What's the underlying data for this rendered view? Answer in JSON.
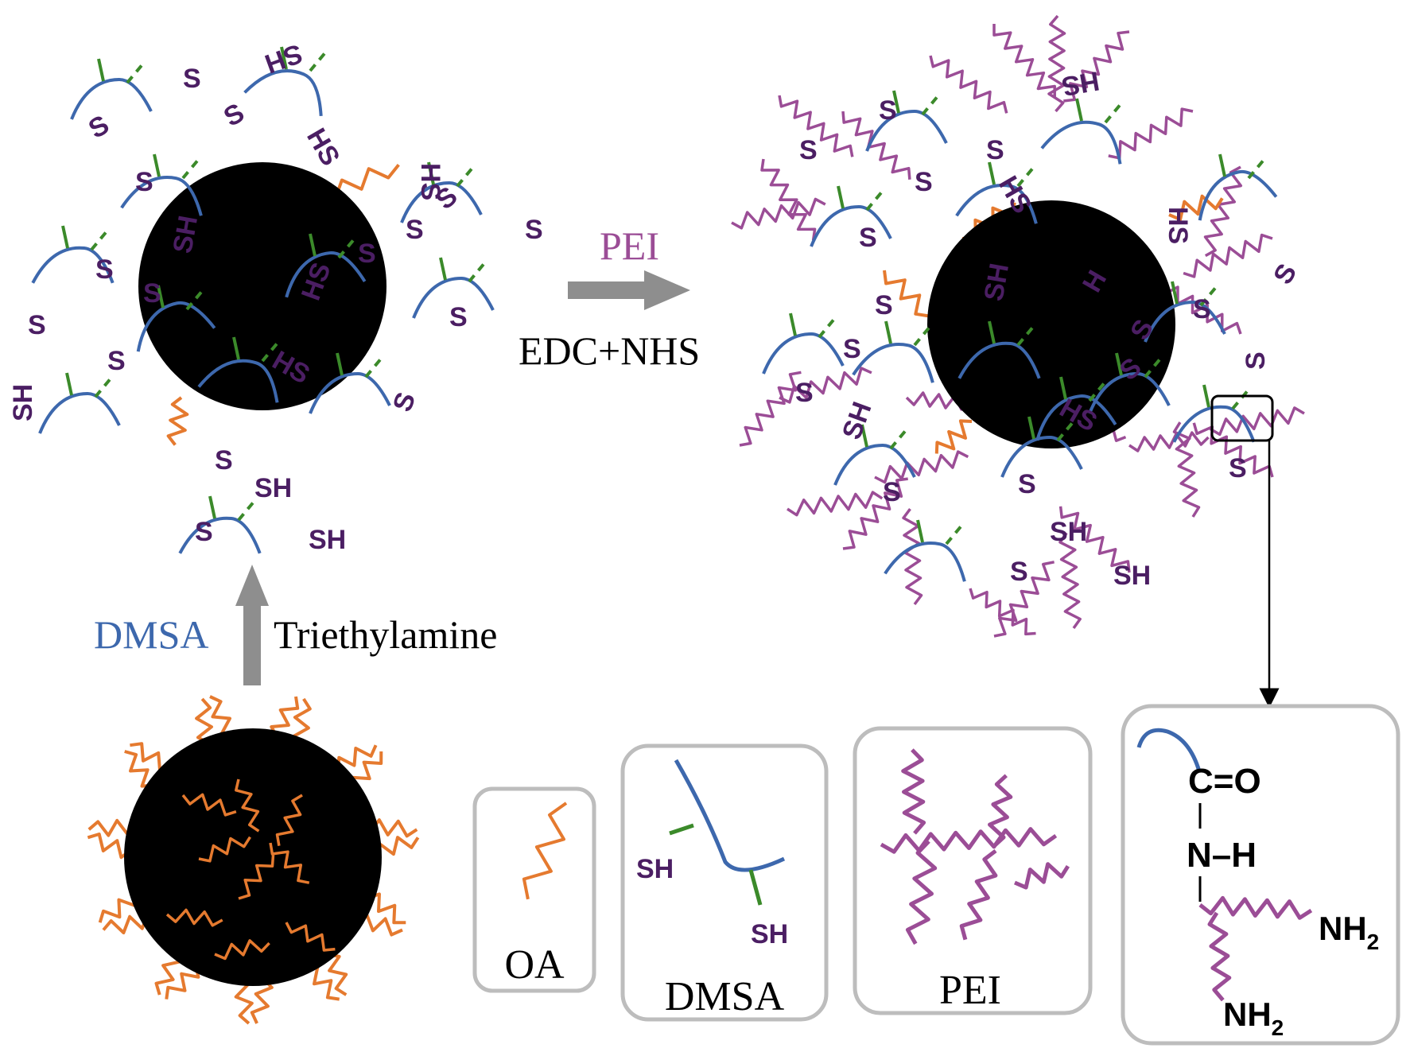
{
  "colors": {
    "oa": "#e57a2f",
    "dmsa": "#3d68ad",
    "pei": "#9b4d96",
    "crosslink": "#3b8a2a",
    "sulfur": "#4b1e63",
    "core": "#000000",
    "arrow": "#8e8e8e",
    "box_border": "#bdbdbd"
  },
  "step1": {
    "reagent1": "DMSA",
    "reagent2": "Triethylamine"
  },
  "step2": {
    "reagent": "PEI",
    "conditions": "EDC+NHS"
  },
  "legend": {
    "oa_label": "OA",
    "dmsa_label": "DMSA",
    "dmsa_groups": [
      "SH",
      "SH"
    ],
    "pei_label": "PEI"
  },
  "zoom": {
    "carbonyl": "C=O",
    "amide": "N–H",
    "amine1": "NH",
    "amine1_sub": "2",
    "amine2": "NH",
    "amine2_sub": "2"
  },
  "groups": {
    "s": "S",
    "sh": "SH",
    "hs": "HS",
    "h": "H"
  }
}
